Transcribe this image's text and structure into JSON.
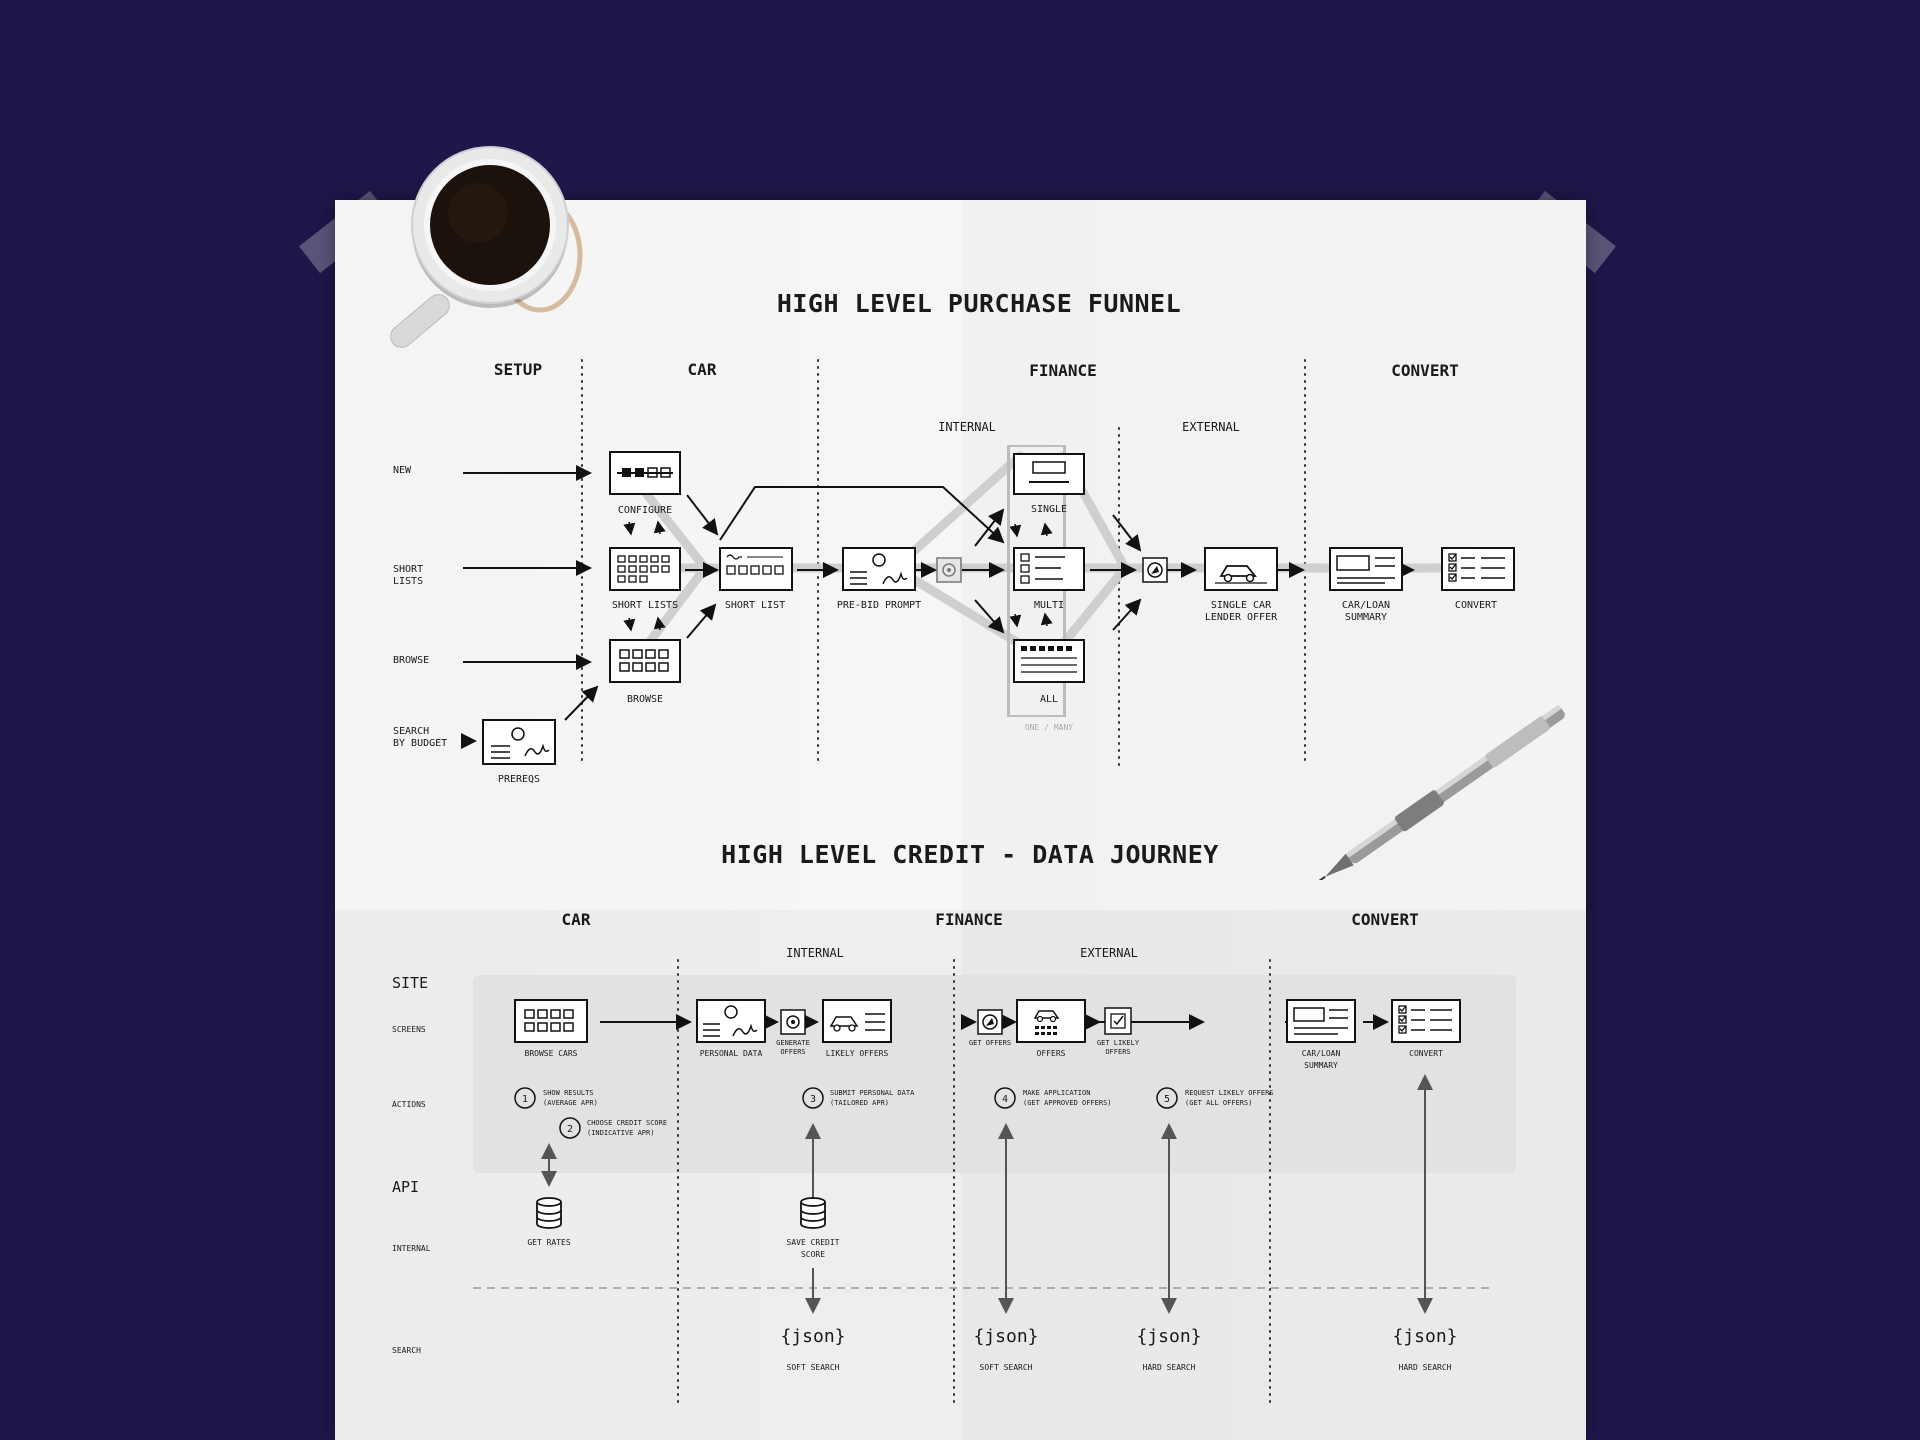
{
  "funnel": {
    "title": "HIGH LEVEL PURCHASE FUNNEL",
    "columns": [
      "SETUP",
      "CAR",
      "FINANCE",
      "CONVERT"
    ],
    "finance_sub": [
      "INTERNAL",
      "EXTERNAL"
    ],
    "rows": {
      "new": "NEW",
      "short1": "SHORT",
      "short2": "LISTS",
      "browse": "BROWSE",
      "search1": "SEARCH",
      "search2": "BY BUDGET"
    },
    "nodes": {
      "configure": "CONFIGURE",
      "short_lists": "SHORT LISTS",
      "browse": "BROWSE",
      "prereqs": "PREREQS",
      "short_list": "SHORT LIST",
      "pre_bid": "PRE-BID PROMPT",
      "single": "SINGLE",
      "multi": "MULTI",
      "all": "ALL",
      "one_many": "ONE / MANY",
      "single_car1": "SINGLE CAR",
      "single_car2": "LENDER OFFER",
      "car_loan1": "CAR/LOAN",
      "car_loan2": "SUMMARY",
      "convert": "CONVERT"
    }
  },
  "journey": {
    "title": "HIGH LEVEL CREDIT - DATA JOURNEY",
    "columns": [
      "CAR",
      "FINANCE",
      "CONVERT"
    ],
    "finance_sub": [
      "INTERNAL",
      "EXTERNAL"
    ],
    "sections": {
      "site": "SITE",
      "api": "API"
    },
    "rows": {
      "screens": "SCREENS",
      "actions": "ACTIONS",
      "internal": "INTERNAL",
      "search": "SEARCH"
    },
    "screens": {
      "browse_cars": "BROWSE CARS",
      "personal_data": "PERSONAL DATA",
      "generate1": "GENERATE",
      "generate2": "OFFERS",
      "likely_offers": "LIKELY OFFERS",
      "get_offers": "GET OFFERS",
      "offers": "OFFERS",
      "get_likely1": "GET LIKELY",
      "get_likely2": "OFFERS",
      "car_loan1": "CAR/LOAN",
      "car_loan2": "SUMMARY",
      "convert": "CONVERT"
    },
    "actions": [
      {
        "num": "1",
        "line1": "SHOW RESULTS",
        "line2": "(AVERAGE APR)"
      },
      {
        "num": "2",
        "line1": "CHOOSE CREDIT SCORE",
        "line2": "(INDICATIVE APR)"
      },
      {
        "num": "3",
        "line1": "SUBMIT PERSONAL DATA",
        "line2": "(TAILORED APR)"
      },
      {
        "num": "4",
        "line1": "MAKE APPLICATION",
        "line2": "(GET APPROVED OFFERS)"
      },
      {
        "num": "5",
        "line1": "REQUEST LIKELY OFFERS",
        "line2": "(GET ALL OFFERS)"
      }
    ],
    "internal": {
      "get_rates": "GET RATES",
      "save1": "SAVE CREDIT",
      "save2": "SCORE"
    },
    "json_label": "{json}",
    "search": {
      "soft1": "SOFT SEARCH",
      "soft2": "SOFT SEARCH",
      "hard1": "HARD SEARCH",
      "hard2": "HARD SEARCH"
    }
  }
}
